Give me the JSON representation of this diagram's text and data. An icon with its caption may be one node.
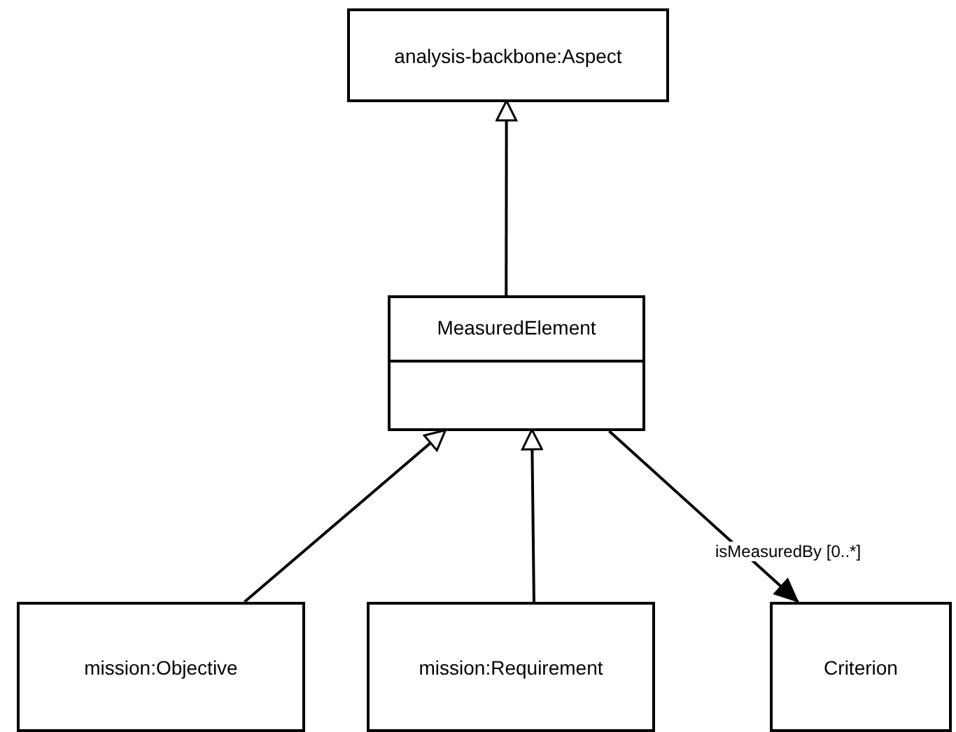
{
  "diagram": {
    "nodes": [
      {
        "text": [
          "analysis-backbone:Aspect"
        ]
      },
      {
        "text": [
          "MeasuredElement"
        ]
      },
      {
        "text": [
          "mission:Objective"
        ]
      },
      {
        "text": [
          "mission:Requirement"
        ]
      },
      {
        "text": [
          "Criterion"
        ]
      }
    ],
    "edges": [
      {
        "from": 1,
        "to": 0,
        "arrow": "to"
      },
      {
        "from": 2,
        "to": 1,
        "arrow": "to"
      },
      {
        "from": 3,
        "to": 1,
        "arrow": "to"
      },
      {
        "from": 1,
        "to": 4,
        "arrow": "to",
        "label": "isMeasuredBy [0..*]"
      }
    ]
  }
}
